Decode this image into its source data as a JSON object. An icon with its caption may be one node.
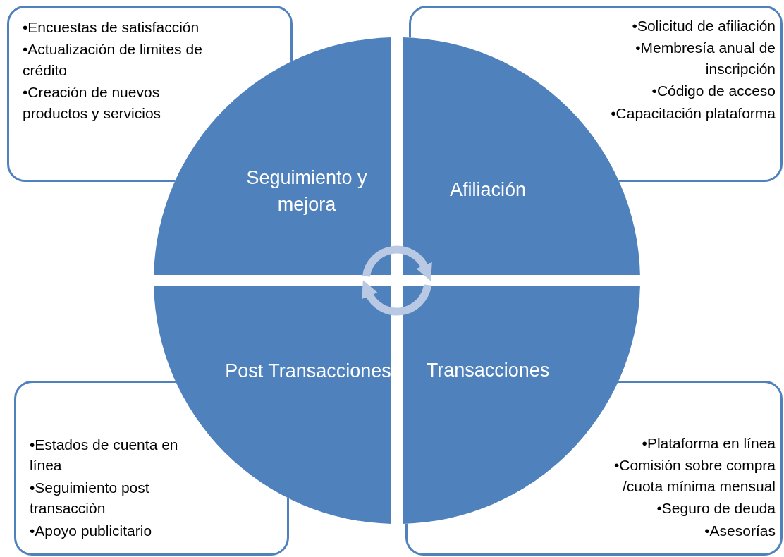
{
  "diagram": {
    "nodes": [
      {
        "text": [
          "•Encuestas de satisfacción",
          "•Actualización de limites de crédito",
          "•Creación de nuevos productos y servicios"
        ]
      },
      {
        "text": [
          "•Solicitud de afiliación",
          "•Membresía anual de inscripción",
          "•Código de acceso",
          "•Capacitación plataforma"
        ]
      },
      {
        "text": [
          "Seguimiento y mejora"
        ]
      },
      {
        "text": [
          "Afiliación"
        ]
      },
      {
        "text": [
          "Post Transacciones"
        ]
      },
      {
        "text": [
          "Transacciones"
        ]
      },
      {
        "text": [
          "•Estados de cuenta en línea",
          "•Seguimiento post transacciòn",
          "•Apoyo publicitario"
        ]
      },
      {
        "text": [
          "•Plataforma en línea",
          "•Comisión sobre compra /cuota mínima mensual",
          "•Seguro de deuda",
          "•Asesorías"
        ]
      }
    ],
    "edges": [
      {
        "from": 2,
        "to": 3,
        "arrow": "to"
      },
      {
        "from": 5,
        "to": 4,
        "arrow": "to"
      }
    ]
  }
}
